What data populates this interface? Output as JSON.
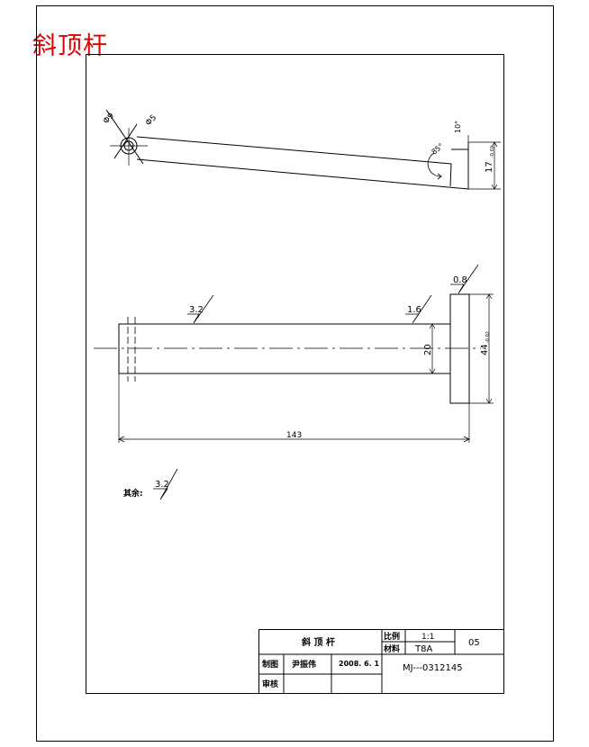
{
  "part_title": "斜顶杆",
  "dimensions": {
    "phi9": "Φ9",
    "phi5": "Φ5",
    "angle_top": "10°",
    "angle_tip": "85°",
    "height_17": "17",
    "tol_17": "-0.02",
    "dia_20": "20",
    "dia_44": "44",
    "tol_44": "-0.02",
    "length": "143"
  },
  "roughness": {
    "left": "3.2",
    "right": "1.6",
    "head": "0.8",
    "other_label": "其余:",
    "other_value": "3.2"
  },
  "title_block": {
    "name": "斜 顶 杆",
    "scale_label": "比例",
    "scale_value": "1:1",
    "material_label": "材料",
    "material_value": "T8A",
    "sheet_no": "05",
    "drawn_label": "制图",
    "drawn_by": "尹振伟",
    "date": "2008. 6. 1",
    "checked_label": "审核",
    "drawing_number": "MJ---0312145"
  }
}
